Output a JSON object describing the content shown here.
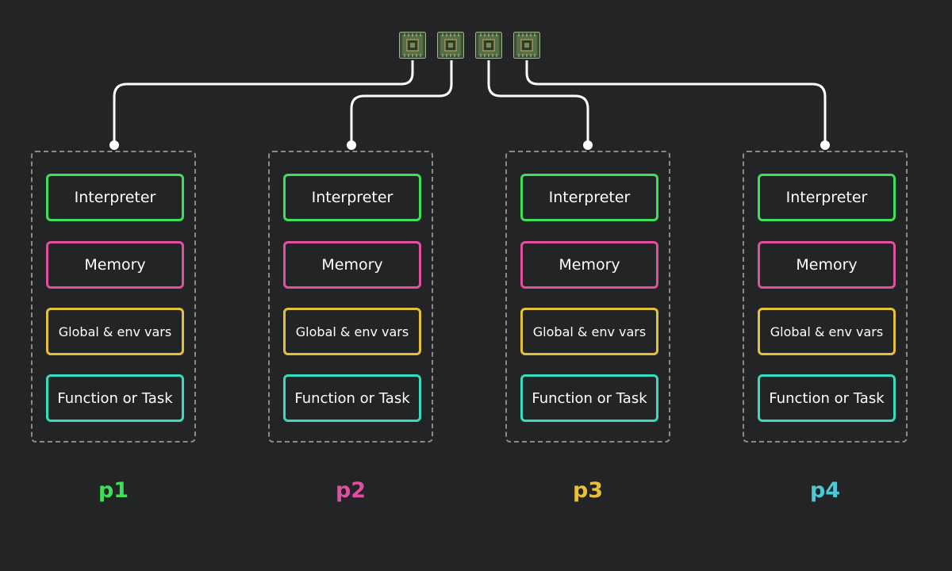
{
  "colors": {
    "background": "#232425",
    "interpreter": "#3ee05a",
    "memory": "#e0509f",
    "globals": "#e7c03a",
    "function": "#36dcbc",
    "p1": "#3ee05a",
    "p2": "#e0509f",
    "p3": "#e7c03a",
    "p4": "#4cc9d6",
    "connector": "#ffffff",
    "container_border": "#8a8a8a",
    "cpu_chip": "#4f6a40"
  },
  "icons": {
    "cpu": "cpu-chip-icon"
  },
  "cpus": [
    {
      "id": "cpu1"
    },
    {
      "id": "cpu2"
    },
    {
      "id": "cpu3"
    },
    {
      "id": "cpu4"
    }
  ],
  "processes": [
    {
      "label": "p1",
      "components": {
        "interpreter": "Interpreter",
        "memory": "Memory",
        "globals": "Global & env vars",
        "function": "Function or Task"
      }
    },
    {
      "label": "p2",
      "components": {
        "interpreter": "Interpreter",
        "memory": "Memory",
        "globals": "Global & env vars",
        "function": "Function or Task"
      }
    },
    {
      "label": "p3",
      "components": {
        "interpreter": "Interpreter",
        "memory": "Memory",
        "globals": "Global & env vars",
        "function": "Function or Task"
      }
    },
    {
      "label": "p4",
      "components": {
        "interpreter": "Interpreter",
        "memory": "Memory",
        "globals": "Global & env vars",
        "function": "Function or Task"
      }
    }
  ]
}
